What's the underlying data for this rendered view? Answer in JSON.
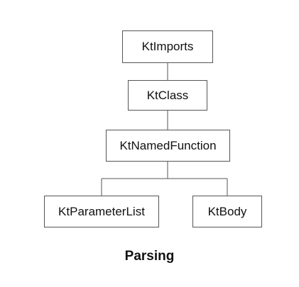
{
  "diagram": {
    "nodes": {
      "imports": "KtImports",
      "class": "KtClass",
      "function": "KtNamedFunction",
      "params": "KtParameterList",
      "body": "KtBody"
    },
    "edges": [
      [
        "KtImports",
        "KtClass"
      ],
      [
        "KtClass",
        "KtNamedFunction"
      ],
      [
        "KtNamedFunction",
        "KtParameterList"
      ],
      [
        "KtNamedFunction",
        "KtBody"
      ]
    ],
    "caption": "Parsing"
  }
}
